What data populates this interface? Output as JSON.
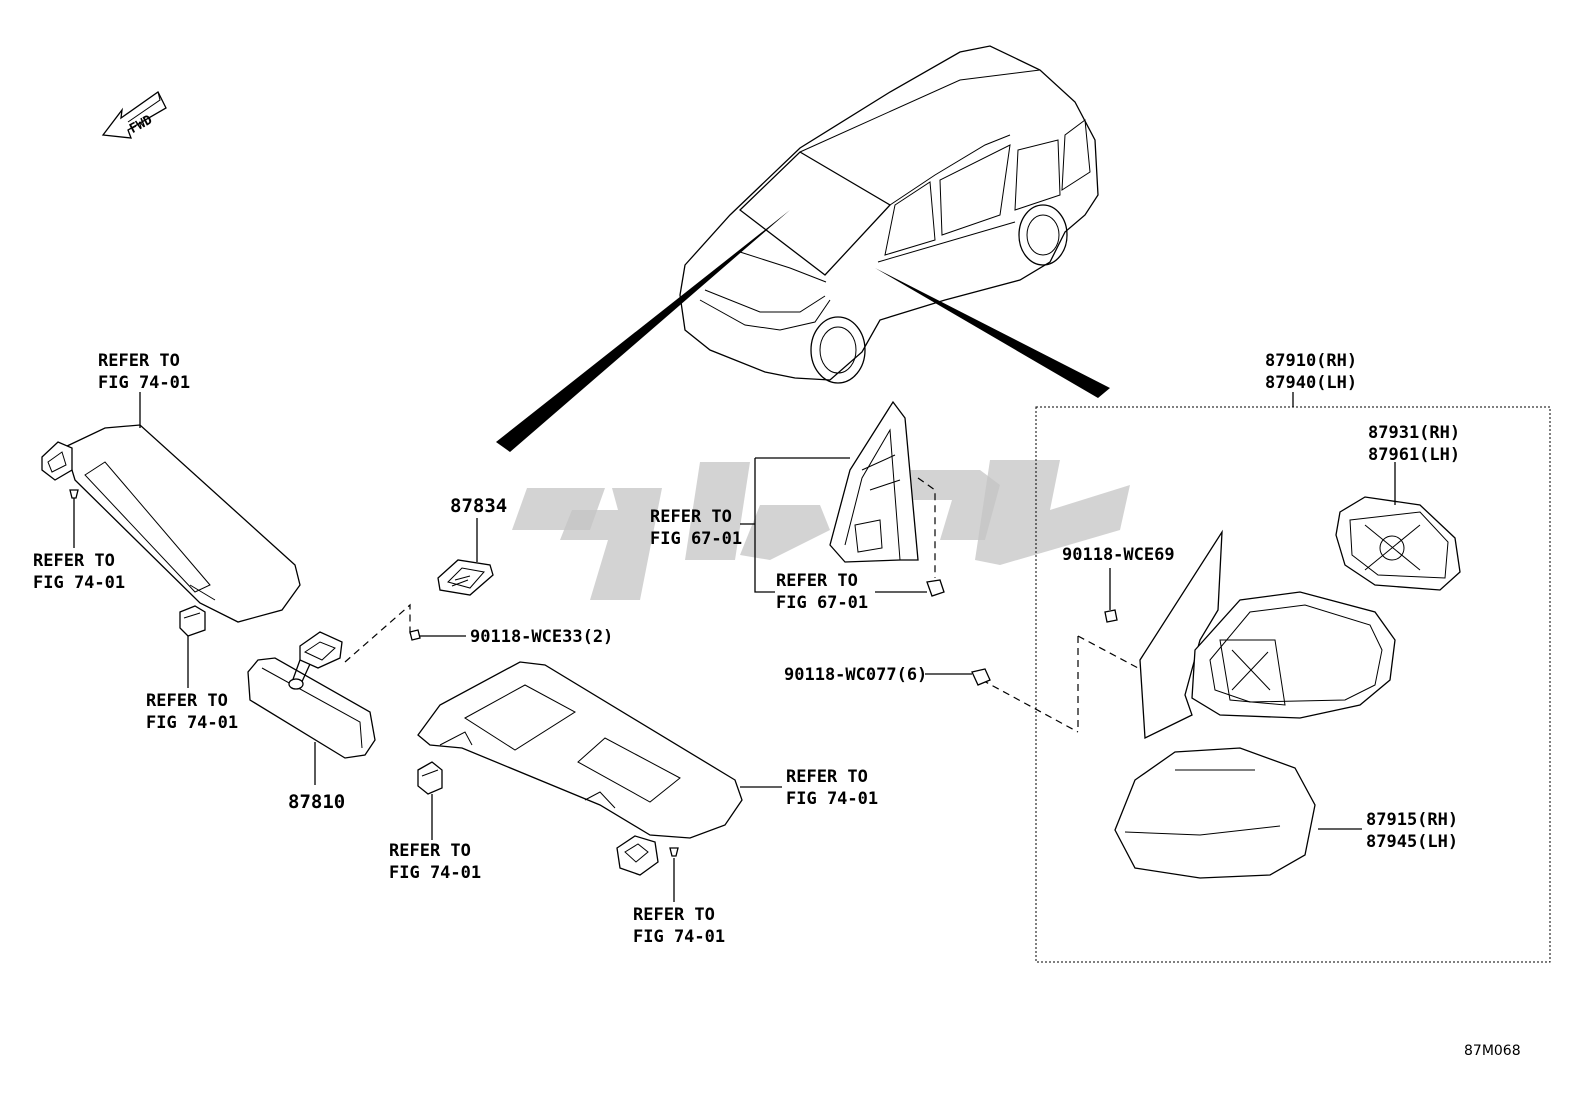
{
  "fwd_arrow": {
    "label": "FWD"
  },
  "labels": {
    "sunvisor_lh_top_1": "REFER TO",
    "sunvisor_lh_top_2": "FIG 74-01",
    "sunvisor_lh_screw_1": "REFER TO",
    "sunvisor_lh_screw_2": "FIG 74-01",
    "sunvisor_lh_holder_1": "REFER TO",
    "sunvisor_lh_holder_2": "FIG 74-01",
    "part_87810": "87810",
    "part_87834": "87834",
    "screw_wce33": "90118-WCE33(2)",
    "sunvisor_rh_end_1": "REFER TO",
    "sunvisor_rh_end_2": "FIG 74-01",
    "sunvisor_rh_holder_1": "REFER TO",
    "sunvisor_rh_holder_2": "FIG 74-01",
    "sunvisor_rh_screw_1": "REFER TO",
    "sunvisor_rh_screw_2": "FIG 74-01",
    "glass_left_1": "REFER TO",
    "glass_left_2": "FIG 67-01",
    "glass_clip_1": "REFER TO",
    "glass_clip_2": "FIG 67-01",
    "mirror_assy_rh": "87910(RH)",
    "mirror_assy_lh": "87940(LH)",
    "mirror_glass_rh": "87931(RH)",
    "mirror_glass_lh": "87961(LH)",
    "screw_wce69": "90118-WCE69",
    "nut_wc077": "90118-WC077(6)",
    "mirror_cover_rh": "87915(RH)",
    "mirror_cover_lh": "87945(LH)",
    "figure_code": "87M068"
  }
}
